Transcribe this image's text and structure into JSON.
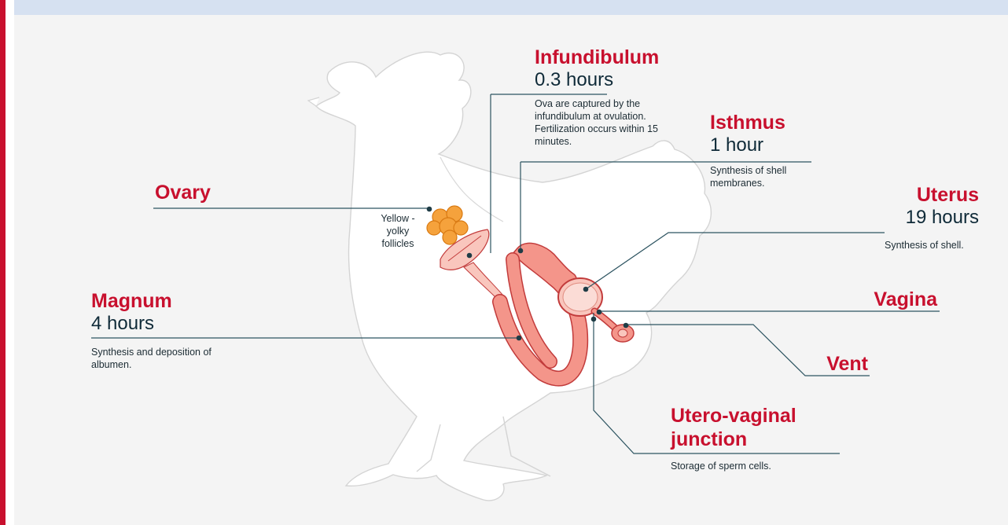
{
  "labels": {
    "infundibulum": {
      "title": "Infundibulum",
      "duration": "0.3 hours",
      "description": "Ova are captured by the infundibulum at ovulation. Fertilization occurs within 15 minutes."
    },
    "isthmus": {
      "title": "Isthmus",
      "duration": "1 hour",
      "description": "Synthesis of shell membranes."
    },
    "ovary": {
      "title": "Ovary",
      "note": "Yellow - yolky follicles"
    },
    "uterus": {
      "title": "Uterus",
      "duration": "19 hours",
      "description": "Synthesis of shell."
    },
    "vagina": {
      "title": "Vagina"
    },
    "magnum": {
      "title": "Magnum",
      "duration": "4 hours",
      "description": "Synthesis and deposition of albumen."
    },
    "vent": {
      "title": "Vent"
    },
    "utero_vaginal_junction": {
      "title": "Utero-vaginal junction",
      "description": "Storage of sperm cells."
    }
  },
  "colors": {
    "accent": "#c8102e",
    "text": "#0f2a38",
    "leader_line": "#2c5360",
    "oviduct": "#f4958a",
    "oviduct_outline": "#c23b3b",
    "ovary": "#f5a23c",
    "silhouette": "#ffffff"
  }
}
